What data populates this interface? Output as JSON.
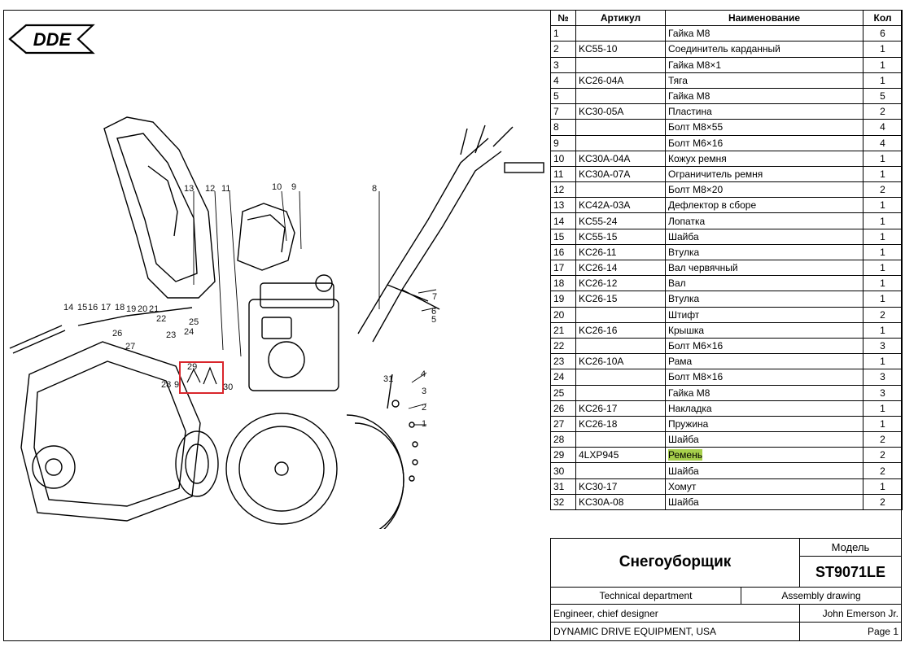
{
  "logo": {
    "text": "DDE"
  },
  "table": {
    "headers": [
      "№",
      "Артикул",
      "Наименование",
      "Кол"
    ],
    "rows": [
      {
        "n": "1",
        "art": "",
        "name": "Гайка М8",
        "qty": "6"
      },
      {
        "n": "2",
        "art": "KC55-10",
        "name": "Соединитель карданный",
        "qty": "1"
      },
      {
        "n": "3",
        "art": "",
        "name": "Гайка М8×1",
        "qty": "1"
      },
      {
        "n": "4",
        "art": "KC26-04A",
        "name": "Тяга",
        "qty": "1"
      },
      {
        "n": "5",
        "art": "",
        "name": "Гайка М8",
        "qty": "5"
      },
      {
        "n": "7",
        "art": "KC30-05A",
        "name": "Пластина",
        "qty": "2"
      },
      {
        "n": "8",
        "art": "",
        "name": "Болт М8×55",
        "qty": "4"
      },
      {
        "n": "9",
        "art": "",
        "name": "Болт М6×16",
        "qty": "4"
      },
      {
        "n": "10",
        "art": "KC30A-04A",
        "name": "Кожух ремня",
        "qty": "1"
      },
      {
        "n": "11",
        "art": "KC30A-07A",
        "name": "Ограничитель ремня",
        "qty": "1"
      },
      {
        "n": "12",
        "art": "",
        "name": "Болт М8×20",
        "qty": "2"
      },
      {
        "n": "13",
        "art": "KC42A-03A",
        "name": "Дефлектор в сборе",
        "qty": "1"
      },
      {
        "n": "14",
        "art": "KC55-24",
        "name": "Лопатка",
        "qty": "1"
      },
      {
        "n": "15",
        "art": "KC55-15",
        "name": "Шайба",
        "qty": "1"
      },
      {
        "n": "16",
        "art": "KC26-11",
        "name": "Втулка",
        "qty": "1"
      },
      {
        "n": "17",
        "art": "KC26-14",
        "name": "Вал червячный",
        "qty": "1"
      },
      {
        "n": "18",
        "art": "KC26-12",
        "name": "Вал",
        "qty": "1"
      },
      {
        "n": "19",
        "art": "KC26-15",
        "name": "Втулка",
        "qty": "1"
      },
      {
        "n": "20",
        "art": "",
        "name": "Штифт",
        "qty": "2"
      },
      {
        "n": "21",
        "art": "KC26-16",
        "name": "Крышка",
        "qty": "1"
      },
      {
        "n": "22",
        "art": "",
        "name": "Болт М6×16",
        "qty": "3"
      },
      {
        "n": "23",
        "art": "KC26-10A",
        "name": "Рама",
        "qty": "1"
      },
      {
        "n": "24",
        "art": "",
        "name": "Болт М8×16",
        "qty": "3"
      },
      {
        "n": "25",
        "art": "",
        "name": "Гайка М8",
        "qty": "3"
      },
      {
        "n": "26",
        "art": "KC26-17",
        "name": "Накладка",
        "qty": "1"
      },
      {
        "n": "27",
        "art": "KC26-18",
        "name": "Пружина",
        "qty": "1"
      },
      {
        "n": "28",
        "art": "",
        "name": "Шайба",
        "qty": "2"
      },
      {
        "n": "29",
        "art": "4LXP945",
        "name": "Ремень",
        "qty": "2",
        "highlight": true
      },
      {
        "n": "30",
        "art": "",
        "name": "Шайба",
        "qty": "2"
      },
      {
        "n": "31",
        "art": "KC30-17",
        "name": "Хомут",
        "qty": "1"
      },
      {
        "n": "32",
        "art": "KC30A-08",
        "name": "Шайба",
        "qty": "2"
      }
    ]
  },
  "title_block": {
    "product": "Снегоуборщик",
    "model_label": "Модель",
    "model": "ST9071LE",
    "department": "Technical department",
    "drawing_type": "Assembly drawing",
    "role": "Engineer, chief designer",
    "engineer": "John Emerson Jr.",
    "company": "DYNAMIC DRIVE EQUIPMENT, USA",
    "page": "Page 1"
  },
  "callouts": [
    "14",
    "15",
    "16",
    "17",
    "18",
    "19",
    "20",
    "21",
    "22",
    "23",
    "24",
    "25",
    "26",
    "27",
    "28",
    "29",
    "9",
    "30",
    "13",
    "12",
    "11",
    "10",
    "9",
    "8",
    "7",
    "6",
    "5",
    "31",
    "4",
    "3",
    "2",
    "1"
  ],
  "colors": {
    "highlight": "#a6cf4b",
    "callout_box": "#d9262c"
  }
}
